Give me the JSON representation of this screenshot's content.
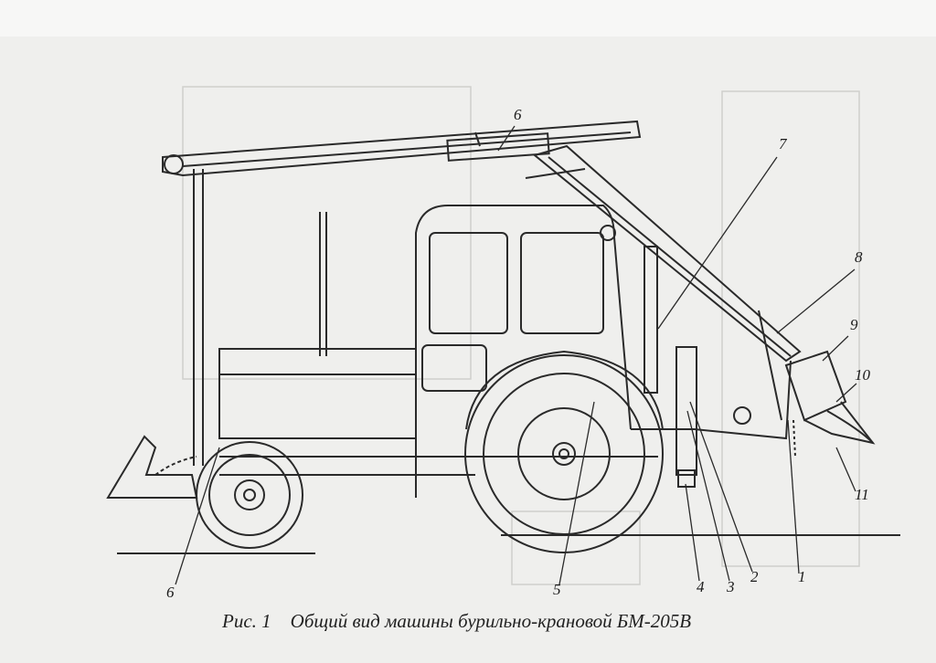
{
  "figure": {
    "number_label": "Рис. 1",
    "title": "Общий вид машины бурильно-крановой БМ-205В"
  },
  "callouts": [
    "6",
    "7",
    "8",
    "9",
    "10",
    "11",
    "1",
    "2",
    "3",
    "4",
    "5",
    "6"
  ]
}
